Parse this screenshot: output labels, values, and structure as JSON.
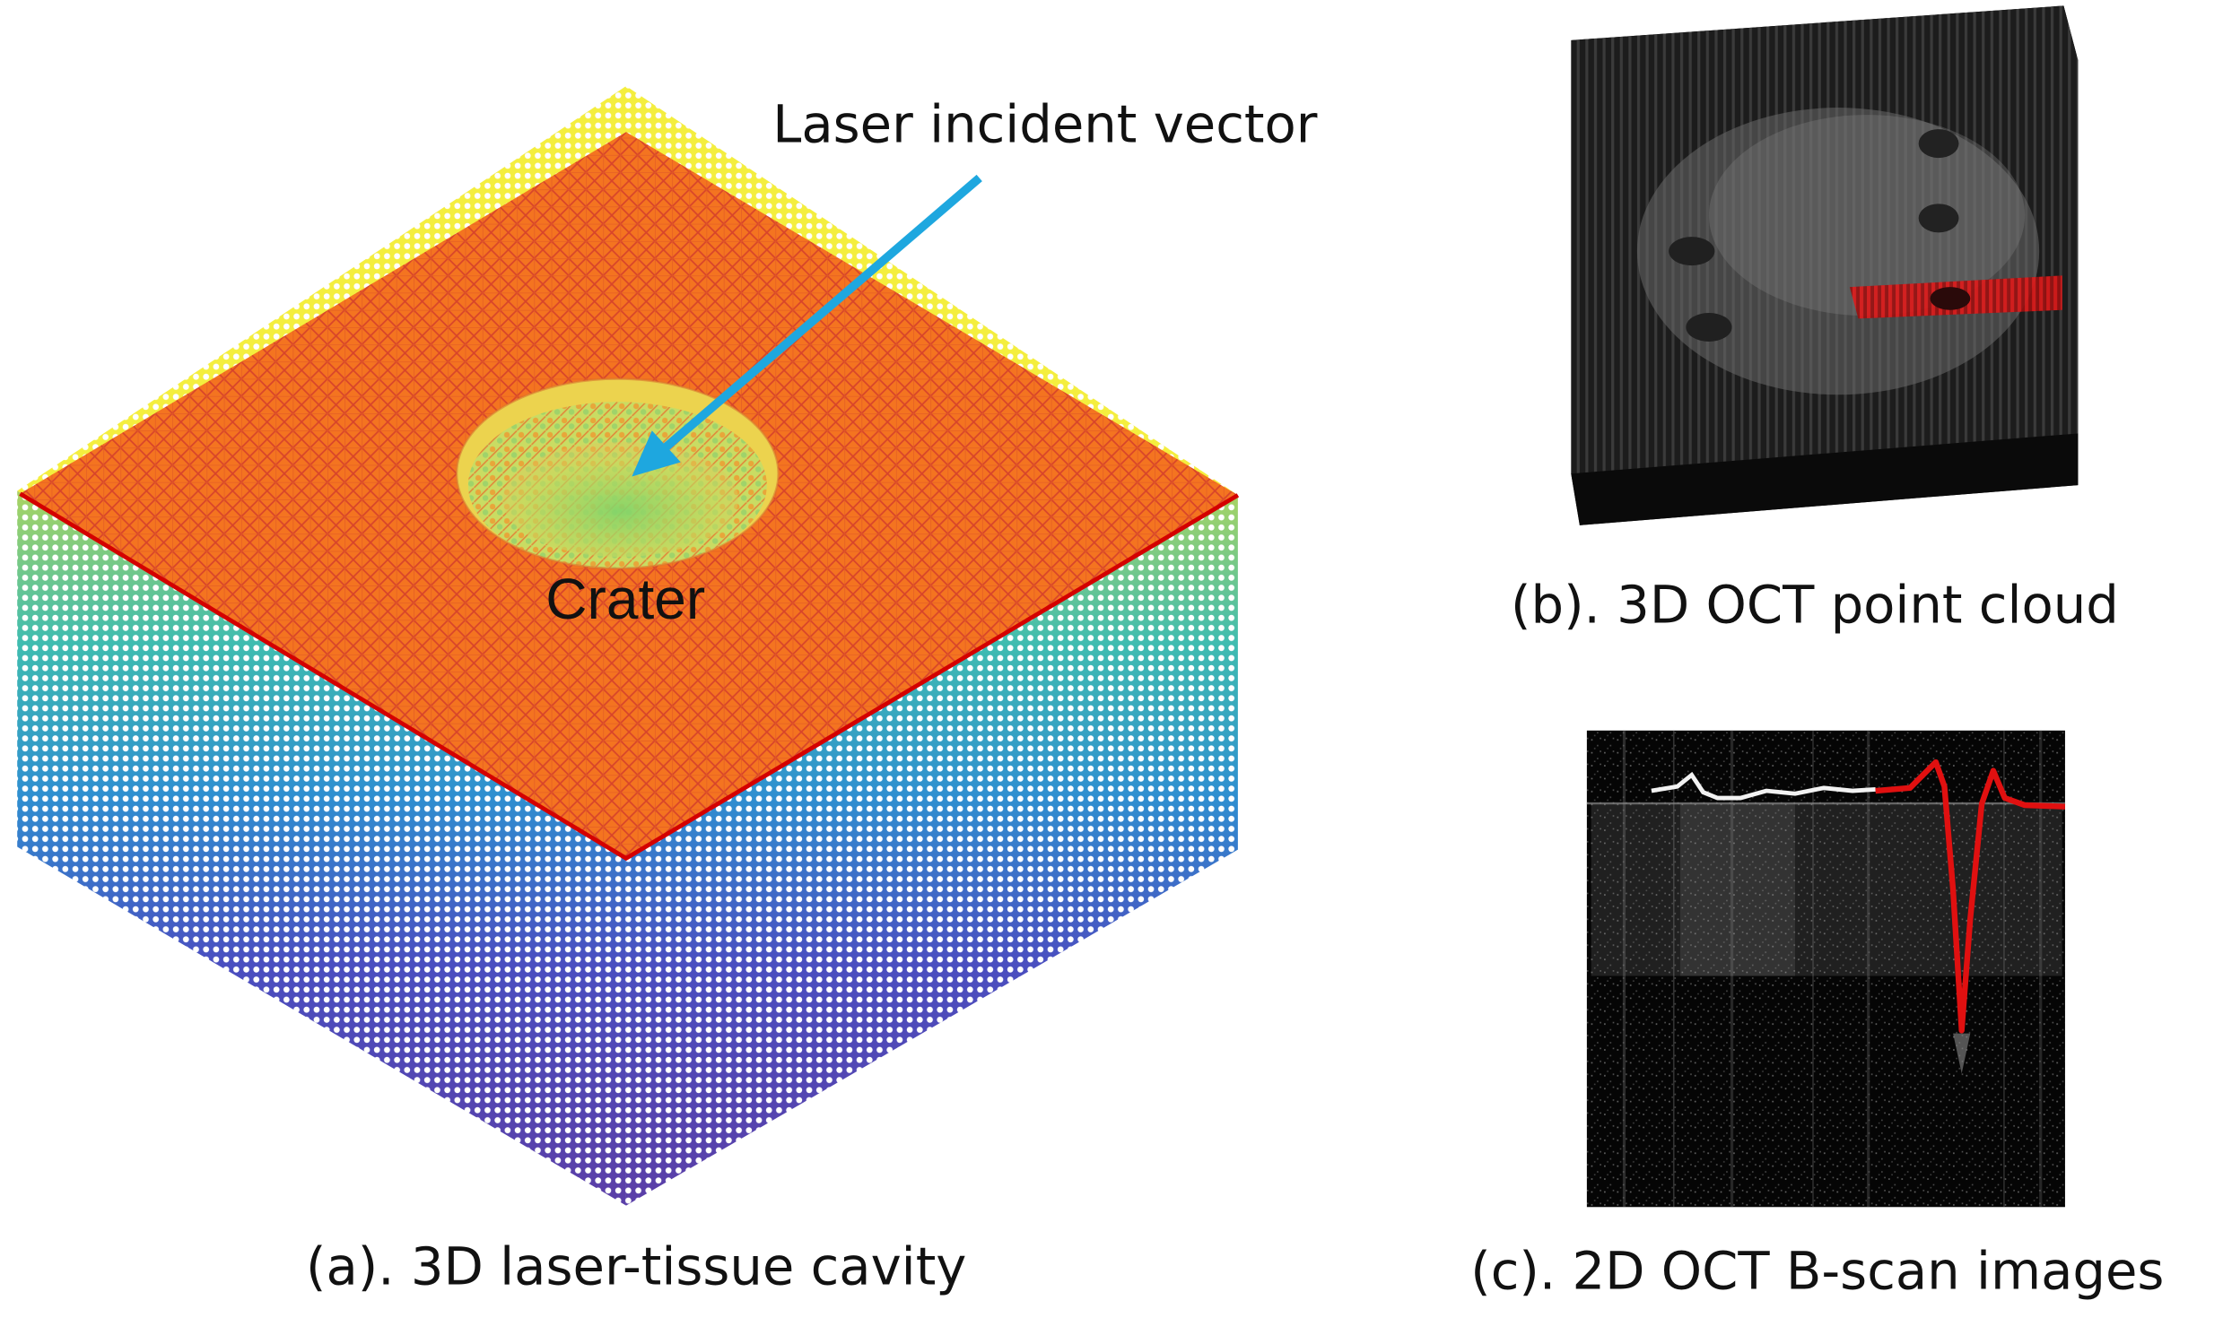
{
  "panels": {
    "a": {
      "caption": "(a). 3D laser-tissue cavity"
    },
    "b": {
      "caption": "(b). 3D OCT point cloud"
    },
    "c": {
      "caption": "(c). 2D OCT B-scan images"
    }
  },
  "annotations": {
    "laser_vector": "Laser incident vector",
    "crater": "Crater"
  },
  "colors": {
    "surface": "#f26a1f",
    "surface_grid": "#d1352a",
    "edge": "#d40000",
    "arrow": "#1ea7df",
    "yellow": "#f4f23a",
    "depth_top": "#7ccb7a",
    "depth_mid": "#2e9ec8",
    "depth_bottom": "#4535a8",
    "oct_red": "#e01010"
  },
  "icons": {
    "arrow": "arrow-icon"
  }
}
